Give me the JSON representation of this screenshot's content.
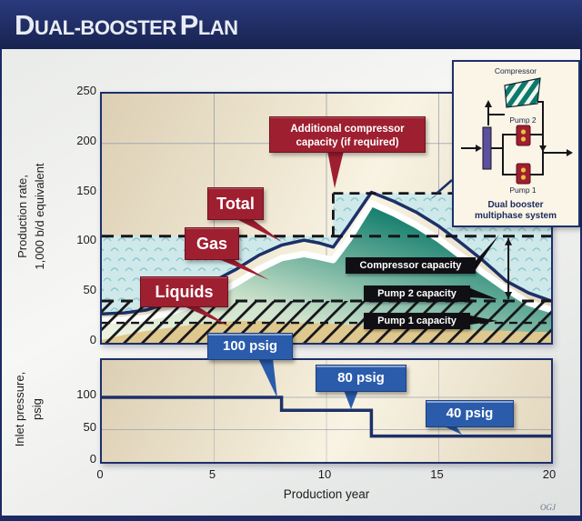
{
  "title": {
    "word1_initial": "D",
    "word1_rest": "UAL-BOOSTER",
    "word2_initial": "P",
    "word2_rest": "LAN"
  },
  "watermark": "OGJ",
  "colors": {
    "navy": "#1d2f6b",
    "line_navy": "#1d3069",
    "red": "#9e1f30",
    "blue": "#2b5cab",
    "black_label": "#101014",
    "teal_dark": "#0b7265",
    "tan": "#dfc88e",
    "wave_bg": "#cfe9ea",
    "wave_stroke": "#8fc9ce",
    "beige_dark": "#dccfb4",
    "beige_light": "#f8f3e3"
  },
  "main_chart": {
    "y_axis_title_line1": "Production rate,",
    "y_axis_title_line2": "1,000 b/d equivalent",
    "y_ticks": [
      250,
      200,
      150,
      100,
      50,
      0
    ],
    "x_ticks": [
      0,
      5,
      10,
      15,
      20
    ],
    "x_axis_title": "Production year",
    "callout_additional": "Additional compressor capacity (if required)",
    "callout_total": "Total",
    "callout_gas": "Gas",
    "callout_liquids": "Liquids",
    "label_compressor_capacity": "Compressor capacity",
    "label_pump2_capacity": "Pump 2 capacity",
    "label_pump1_capacity": "Pump 1 capacity"
  },
  "pressure_chart": {
    "y_axis_title_line1": "Inlet pressure,",
    "y_axis_title_line2": "psig",
    "y_ticks": [
      100,
      50,
      0
    ],
    "label_100": "100 psig",
    "label_80": "80 psig",
    "label_40": "40 psig"
  },
  "inset": {
    "compressor": "Compressor",
    "pump2": "Pump 2",
    "pump1": "Pump 1",
    "caption_line1": "Dual booster",
    "caption_line2": "multiphase system"
  },
  "chart_data": [
    {
      "type": "area",
      "title": "Dual-booster plan production profile",
      "xlabel": "Production year",
      "ylabel": "Production rate, 1,000 b/d equivalent",
      "xlim": [
        0,
        20
      ],
      "ylim": [
        0,
        250
      ],
      "xticks": [
        0,
        5,
        10,
        15,
        20
      ],
      "yticks": [
        0,
        50,
        100,
        150,
        200,
        250
      ],
      "x": [
        0,
        1,
        2,
        3,
        4,
        5,
        6,
        7,
        8,
        9,
        9.7,
        10.3,
        11,
        12,
        13,
        14,
        15,
        16,
        17,
        18,
        19,
        20
      ],
      "series": [
        {
          "name": "Total",
          "values": [
            29,
            30,
            33,
            40,
            50,
            62,
            74,
            88,
            98,
            103,
            100,
            96,
            118,
            151,
            142,
            131,
            117,
            100,
            82,
            62,
            50,
            42
          ]
        },
        {
          "name": "Gas",
          "values": [
            22,
            23,
            25,
            30,
            38,
            48,
            60,
            74,
            85,
            89,
            86,
            83,
            104,
            140,
            130,
            118,
            104,
            87,
            70,
            54,
            40,
            33
          ]
        },
        {
          "name": "Liquids",
          "values": [
            3,
            8,
            12,
            15,
            18,
            21,
            22,
            22,
            21,
            20,
            20,
            19,
            18,
            17,
            16,
            15,
            14,
            13,
            12,
            12,
            11,
            11
          ]
        }
      ],
      "compressor_capacity": 107,
      "additional_compressor_capacity": {
        "start_year": 10.3,
        "level": 150
      },
      "pump2_capacity": 42,
      "pump1_capacity": 20,
      "capacity_arrow_year": 18.1
    },
    {
      "type": "step",
      "xlabel": "Production year",
      "ylabel": "Inlet pressure, psig",
      "xlim": [
        0,
        20
      ],
      "ylim": [
        0,
        155
      ],
      "yticks": [
        0,
        50,
        100
      ],
      "steps": [
        [
          0,
          100
        ],
        [
          8,
          100
        ],
        [
          8,
          80
        ],
        [
          12,
          80
        ],
        [
          12,
          40
        ],
        [
          20,
          40
        ]
      ],
      "annotations": [
        "100 psig",
        "80 psig",
        "40 psig"
      ]
    }
  ]
}
